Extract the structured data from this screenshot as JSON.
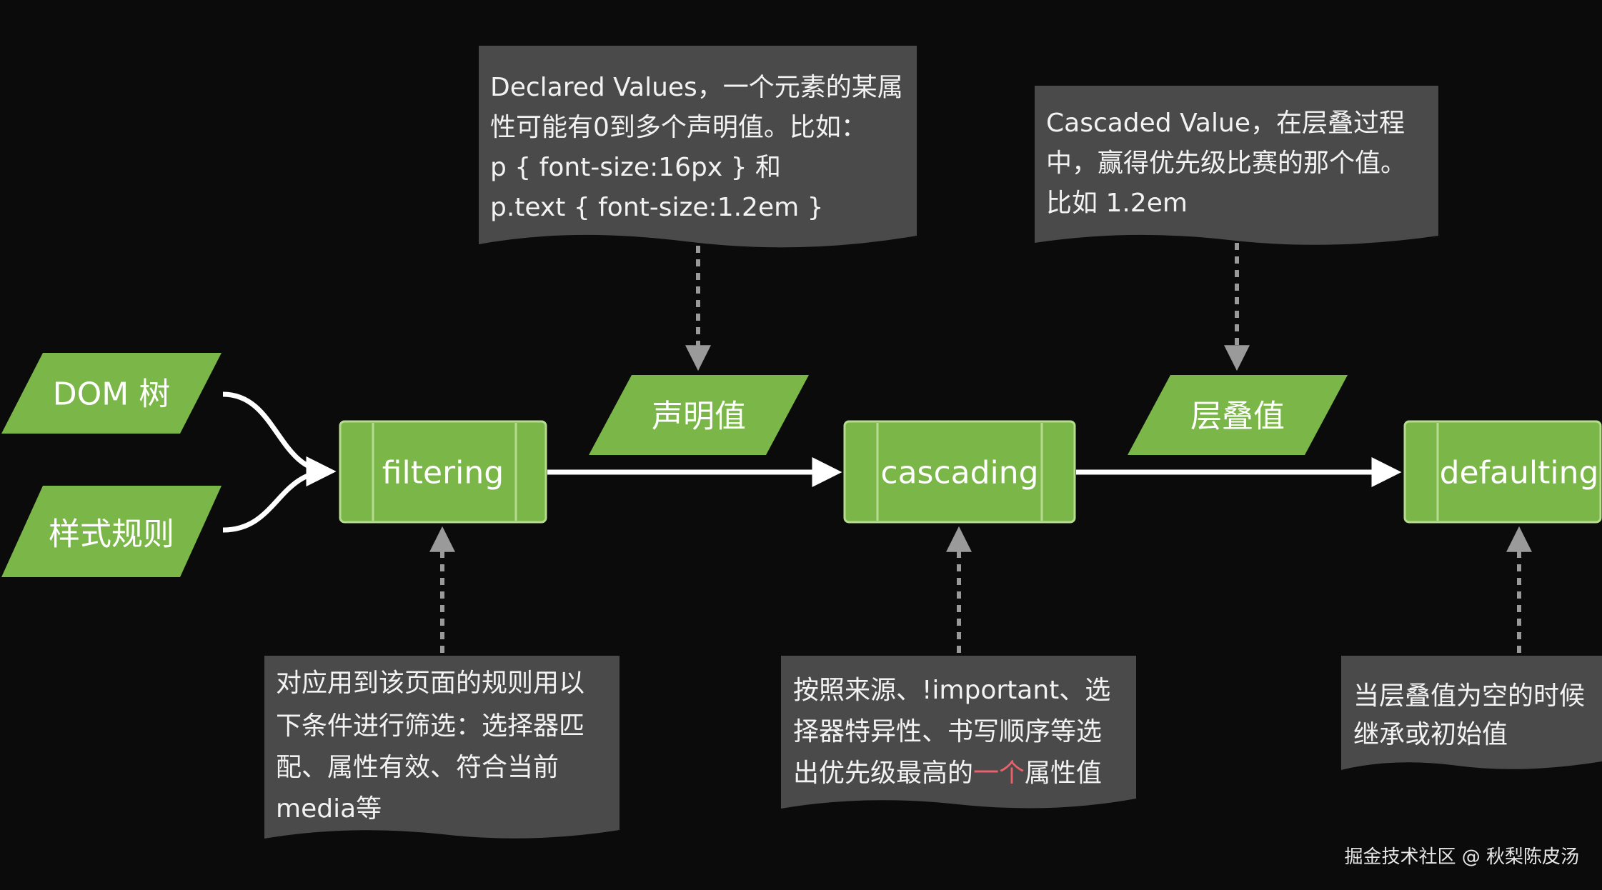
{
  "diagram": {
    "inputs": {
      "dom_tree": "DOM 树",
      "style_rules": "样式规则"
    },
    "processes": {
      "filtering": "filtering",
      "cascading": "cascading",
      "defaulting": "defaulting"
    },
    "values": {
      "declared": "声明值",
      "cascaded": "层叠值"
    },
    "notes": {
      "declared": {
        "lines": [
          "Declared Values，一个元素的某属",
          "性可能有0到多个声明值。比如：",
          "p { font-size:16px } 和",
          "p.text { font-size:1.2em }"
        ]
      },
      "cascaded": {
        "lines": [
          "Cascaded Value，在层叠过程",
          "中，赢得优先级比赛的那个值。",
          "比如 1.2em"
        ]
      },
      "filtering": {
        "lines": [
          "对应用到该页面的规则用以",
          "下条件进行筛选：选择器匹",
          "配、属性有效、符合当前",
          "media等"
        ]
      },
      "cascading": {
        "line1": "按照来源、!important、选",
        "line2": "择器特异性、书写顺序等选",
        "line3_before": "出优先级最高的",
        "line3_highlight": "一个",
        "line3_after": "属性值"
      },
      "defaulting": {
        "lines": [
          "当层叠值为空的时候",
          "继承或初始值"
        ]
      }
    },
    "watermark": "掘金技术社区 @ 秋梨陈皮汤"
  },
  "colors": {
    "background": "#0b0b0b",
    "node_fill": "#7ab648",
    "node_stroke": "#b7dc8f",
    "note_fill": "#4a4a4a",
    "connector": "#ffffff",
    "dashed_connector": "#9a9a9a",
    "highlight_text": "#e8616b"
  }
}
